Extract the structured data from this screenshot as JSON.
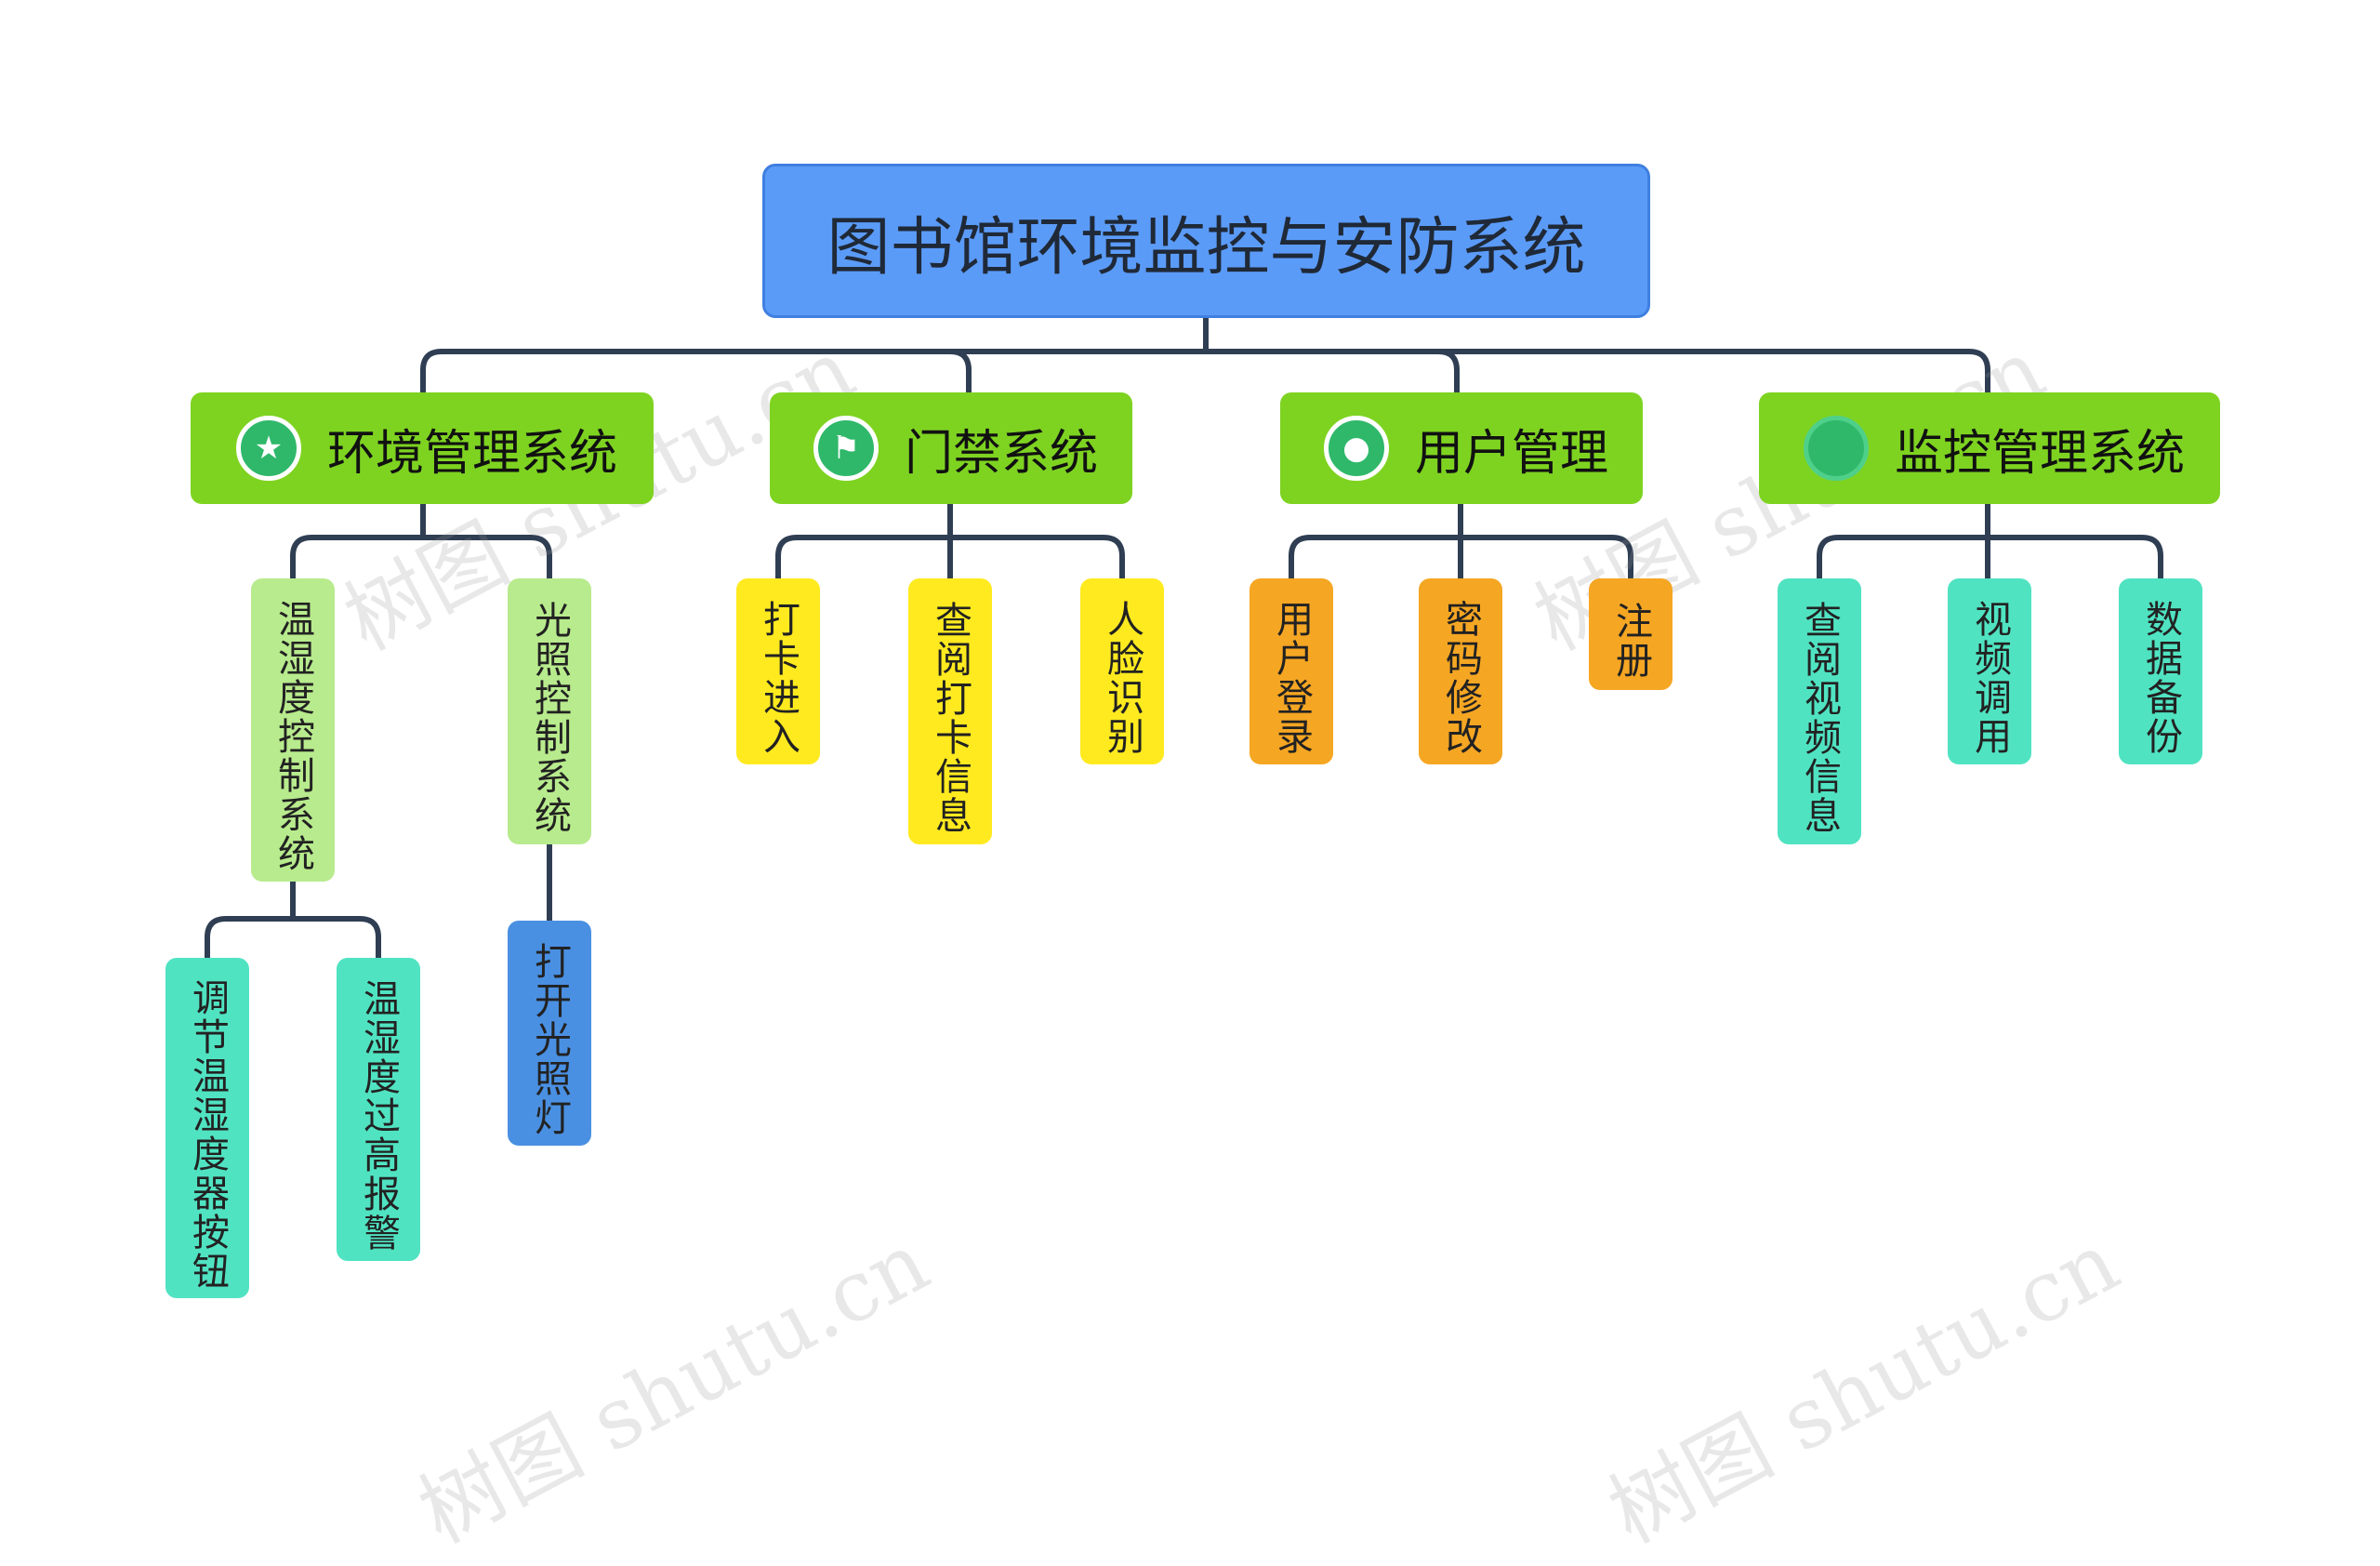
{
  "root": {
    "label": "图书馆环境监控与安防系统"
  },
  "categories": [
    {
      "label": "环境管理系统",
      "icon": "star-icon"
    },
    {
      "label": "门禁系统",
      "icon": "flag-icon"
    },
    {
      "label": "用户管理",
      "icon": "user-icon"
    },
    {
      "label": "监控管理系统",
      "icon": "circle-icon"
    }
  ],
  "env": {
    "temp_humidity": "温湿度控制系统",
    "light": "光照控制系统",
    "adjust_button": "调节温湿度器按钮",
    "alarm": "温湿度过高报警",
    "light_on": "打开光照灯"
  },
  "access": {
    "clock_in": "打卡进入",
    "view_records": "查阅打卡信息",
    "face": "人脸识别"
  },
  "users": {
    "login": "用户登录",
    "password": "密码修改",
    "register": "注册"
  },
  "monitor": {
    "view_video": "查阅视频信息",
    "call_video": "视频调用",
    "backup": "数据备份"
  },
  "watermark": "树图 shutu.cn",
  "colors": {
    "root": "#5b9bf8",
    "category": "#7ed321",
    "wire": "#2f3e52"
  }
}
